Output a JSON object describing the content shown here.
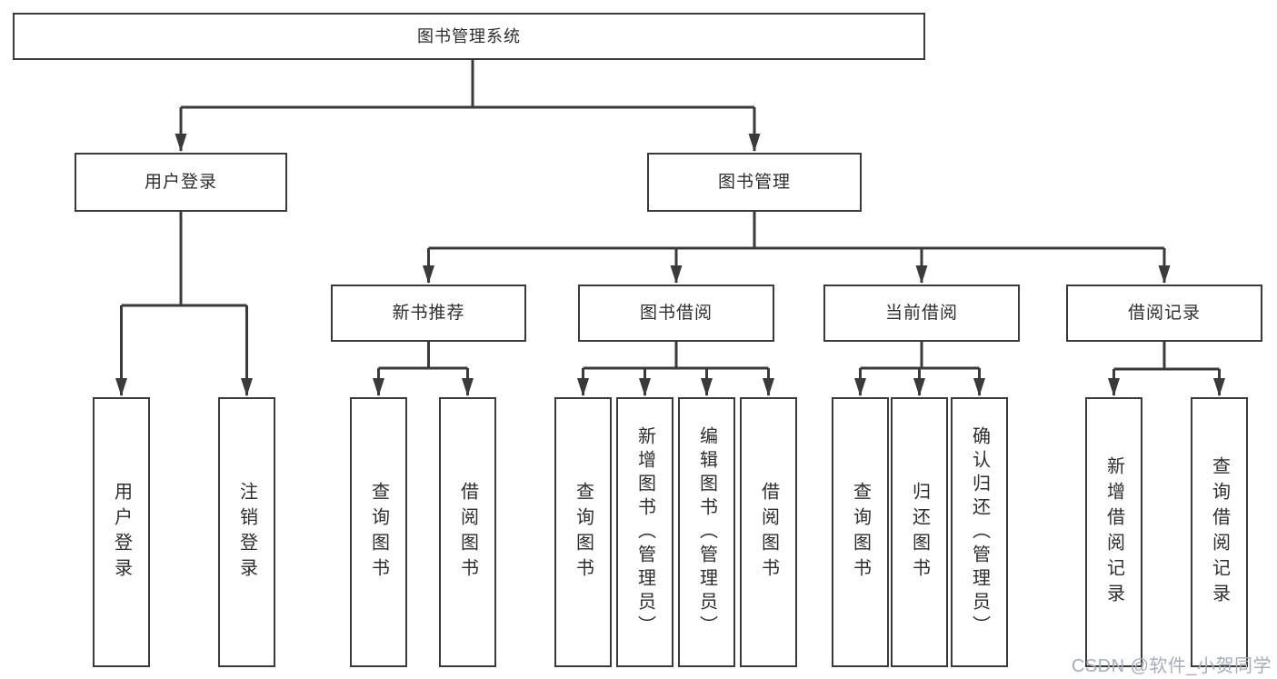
{
  "nodes": {
    "root": "图书管理系统",
    "level2": [
      "用户登录",
      "图书管理"
    ],
    "level3": [
      "新书推荐",
      "图书借阅",
      "当前借阅",
      "借阅记录"
    ],
    "user_leaves": [
      "用户登录",
      "注销登录"
    ],
    "new_book_leaves": [
      "查询图书",
      "借阅图书"
    ],
    "borrow_leaves": [
      "查询图书",
      "新增图书（管理员）",
      "编辑图书（管理员）",
      "借阅图书"
    ],
    "current_leaves": [
      "查询图书",
      "归还图书",
      "确认归还（管理员）"
    ],
    "record_leaves": [
      "新增借阅记录",
      "查询借阅记录"
    ]
  },
  "watermark": "CSDN @软件_小贺同学",
  "colors": {
    "line": "#3a3a3a",
    "box_border": "#3a3a3a",
    "box_fill": "#ffffff",
    "text": "#2d2d2d",
    "watermark": "#a7aeb8"
  }
}
